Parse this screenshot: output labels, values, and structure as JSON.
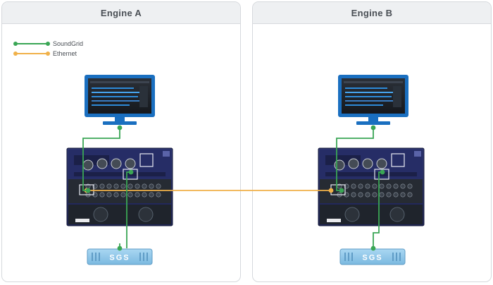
{
  "engines": [
    {
      "title": "Engine A"
    },
    {
      "title": "Engine B"
    }
  ],
  "legend": [
    {
      "label": "SoundGrid",
      "color": "#3aa655"
    },
    {
      "label": "Ethernet",
      "color": "#f0b14a"
    }
  ],
  "devices": {
    "server_label": "SGS"
  },
  "colors": {
    "soundgrid": "#3aa655",
    "ethernet": "#f0b14a",
    "rack": "#232a5e",
    "server": "#8fc8ea"
  }
}
